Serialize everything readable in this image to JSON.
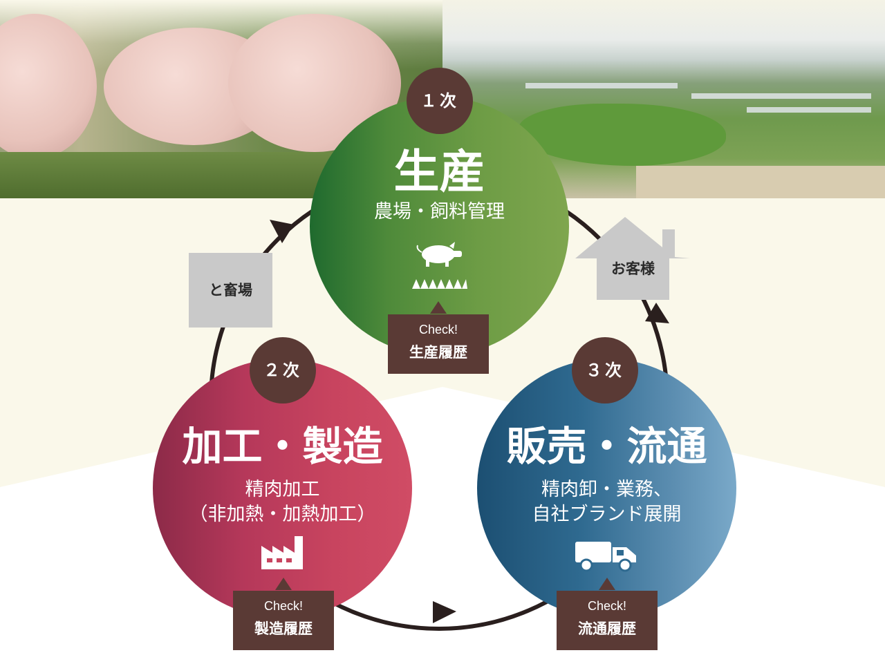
{
  "stages": {
    "production": {
      "badge": "１次",
      "title": "生産",
      "subtitle": "農場・飼料管理",
      "check_label": "Check!",
      "check_title": "生産履歴"
    },
    "processing": {
      "badge": "２次",
      "title": "加工・製造",
      "subtitle_line1": "精肉加工",
      "subtitle_line2": "（非加熱・加熱加工）",
      "check_label": "Check!",
      "check_title": "製造履歴"
    },
    "distribution": {
      "badge": "３次",
      "title": "販売・流通",
      "subtitle_line1": "精肉卸・業務、",
      "subtitle_line2": "自社ブランド展開",
      "check_label": "Check!",
      "check_title": "流通履歴"
    }
  },
  "slaughterhouse": {
    "label": "と畜場"
  },
  "customer": {
    "label": "お客様"
  },
  "icons": {
    "production": "pig-icon",
    "processing": "factory-icon",
    "distribution": "truck-icon",
    "customer": "house-icon"
  },
  "colors": {
    "production": "#6d9c45",
    "processing": "#c8445f",
    "distribution": "#2f6a90",
    "badge": "#5a3a35",
    "background": "#faf8ea"
  }
}
